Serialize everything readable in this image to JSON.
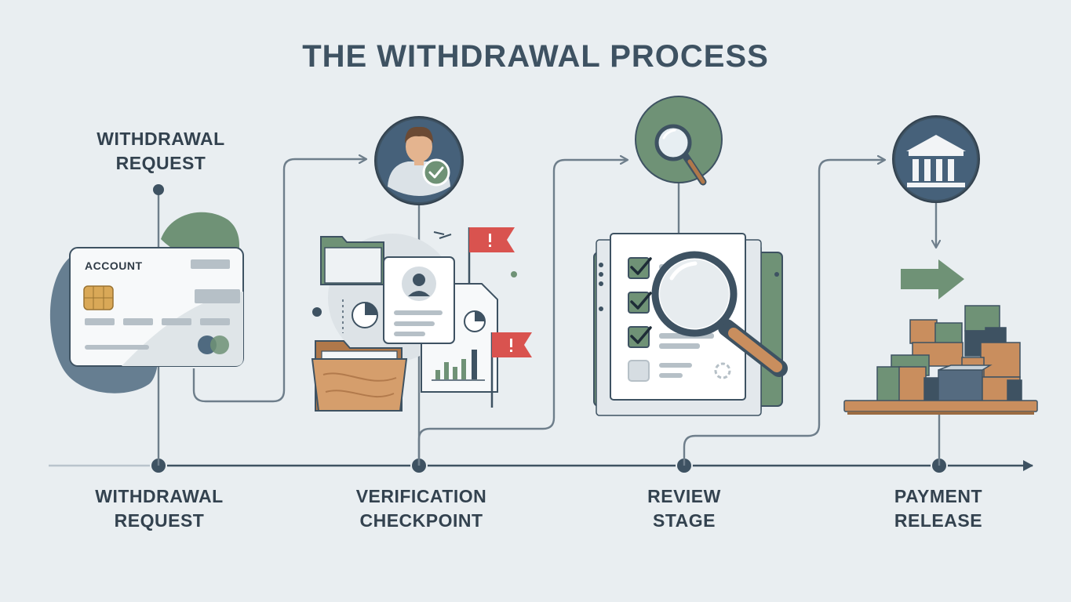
{
  "title": "THE WITHDRAWAL PROCESS",
  "top_label": "WITHDRAWAL\nREQUEST",
  "card": {
    "label": "ACCOUNT"
  },
  "timeline": {
    "stages": [
      {
        "label": "WITHDRAWAL\nREQUEST"
      },
      {
        "label": "VERIFICATION\nCHECKPOINT"
      },
      {
        "label": "REVIEW\nSTAGE"
      },
      {
        "label": "PAYMENT\nRELEASE"
      }
    ]
  },
  "icons": {
    "verification": "user-check-icon",
    "review": "magnifier-icon",
    "payment": "bank-icon",
    "flag": "warning-flag-icon"
  },
  "colors": {
    "background": "#e9eef1",
    "slate": "#3e5262",
    "green": "#6f9276",
    "red": "#d9534f",
    "wood": "#c98e5e"
  }
}
